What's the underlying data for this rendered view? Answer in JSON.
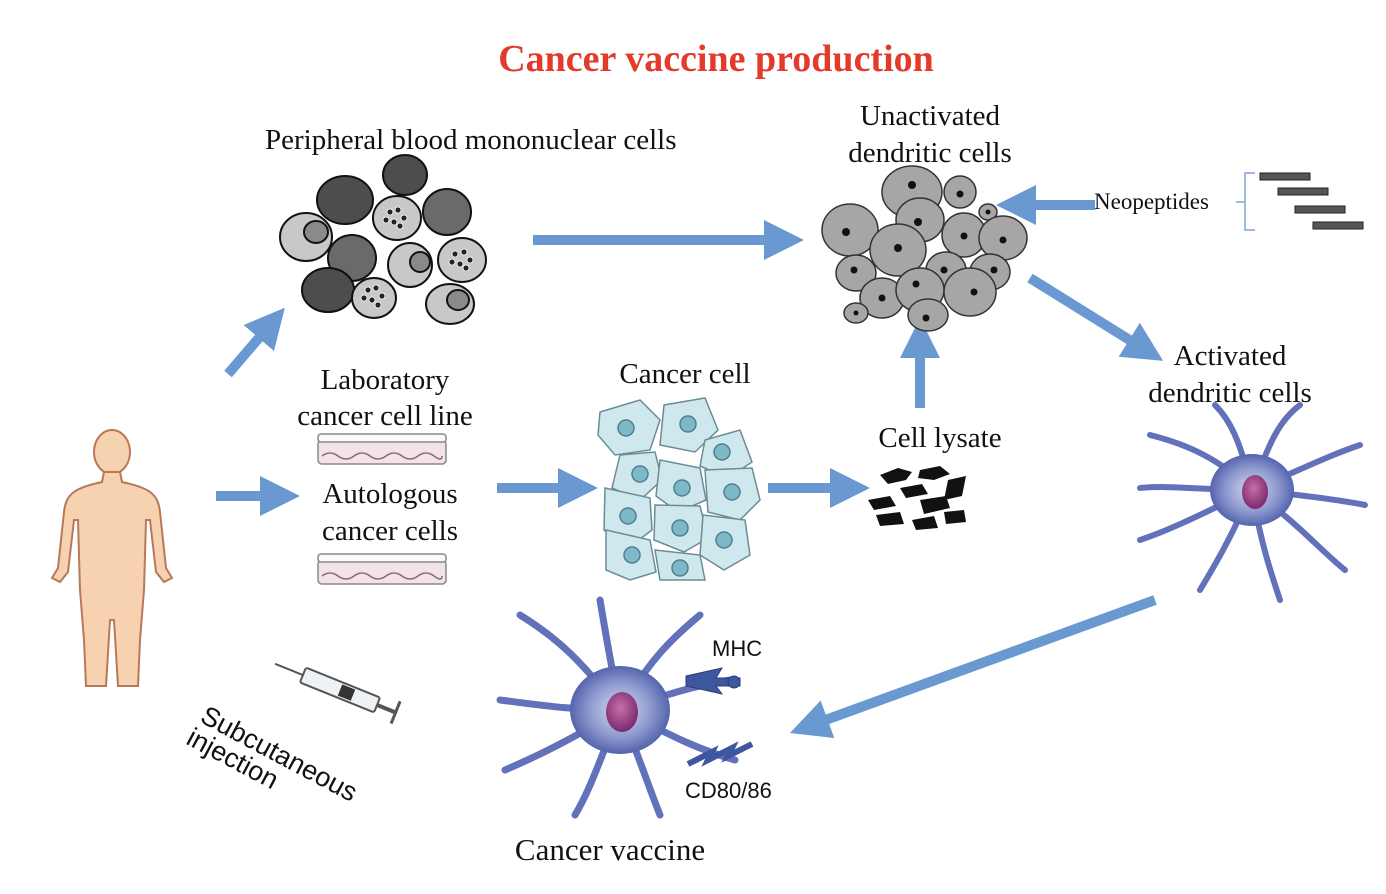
{
  "title": "Cancer vaccine production",
  "labels": {
    "pbmc": "Peripheral blood mononuclear cells",
    "unactivated_line1": "Unactivated",
    "unactivated_line2": "dendritic cells",
    "neopeptides": "Neopeptides",
    "activated_line1": "Activated",
    "activated_line2": "dendritic cells",
    "lab_line1": "Laboratory",
    "lab_line2": "cancer cell line",
    "auto_line1": "Autologous",
    "auto_line2": "cancer cells",
    "cancer_cell": "Cancer cell",
    "cell_lysate": "Cell lysate",
    "mhc": "MHC",
    "cd80": "CD80/86",
    "injection_line1": "Subcutaneous",
    "injection_line2": "injection",
    "cancer_vaccine": "Cancer vaccine"
  },
  "colors": {
    "title": "#e23a2b",
    "arrow": "#6a98d0",
    "skin": "#f6d2b0",
    "dendritic": "#5b6fb5",
    "cancer_cell": "#cfe8ee",
    "grey_cell": "#a6a6a6"
  }
}
